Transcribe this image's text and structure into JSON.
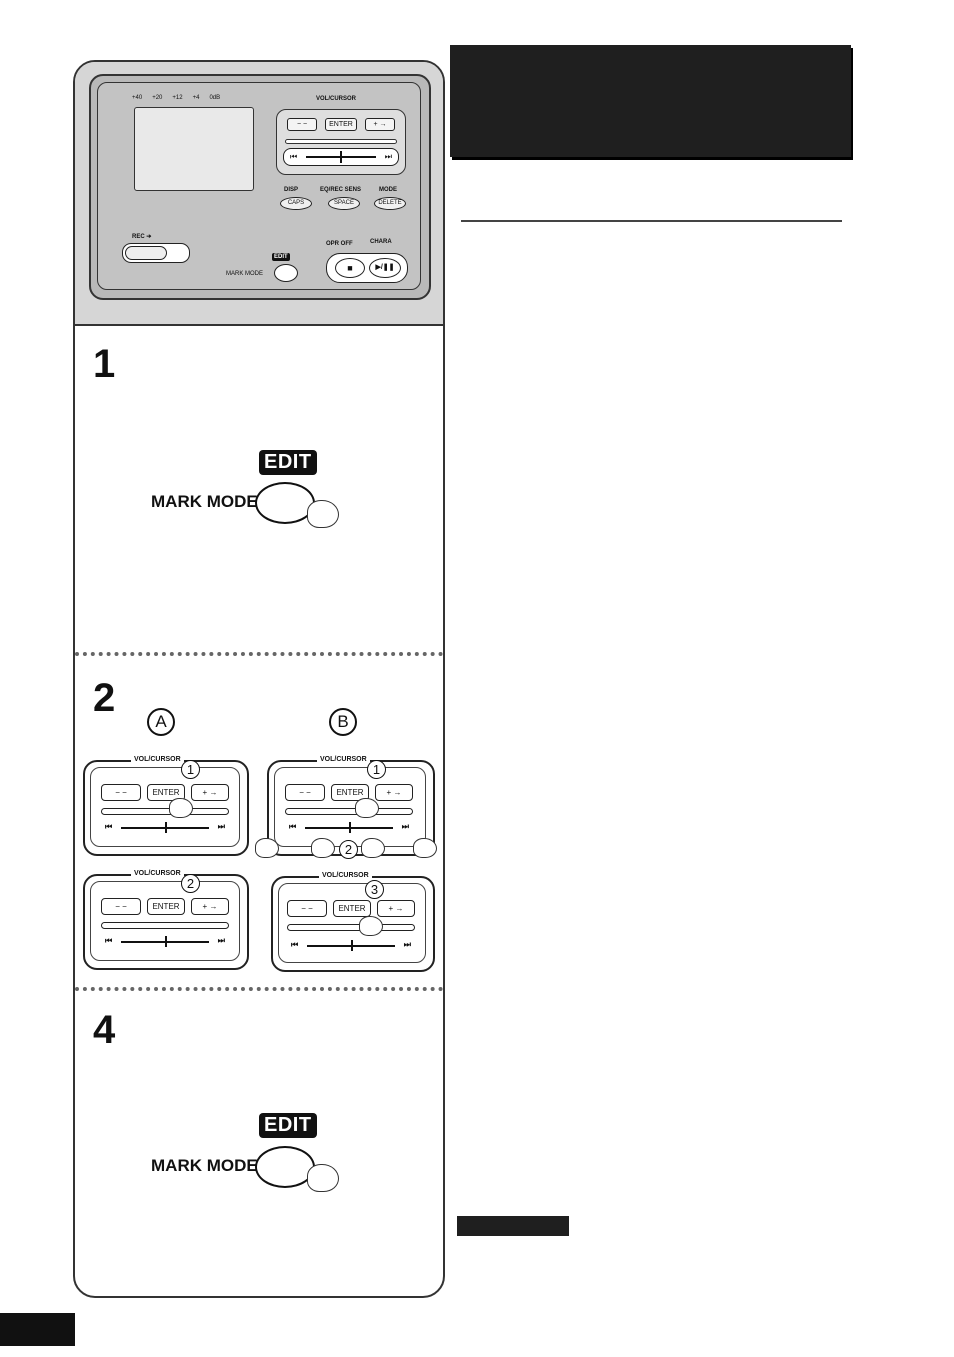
{
  "device": {
    "level_scale": [
      "+40",
      "+20",
      "+12",
      "+4",
      "0dB"
    ],
    "vol_cursor_label": "VOL/CURSOR",
    "minus_label": "− −",
    "enter_label": "ENTER",
    "plus_label": "+ →",
    "skip_back": "⏮",
    "skip_fwd": "⏭",
    "disp_label": "DISP",
    "eq_label": "EQ/REC SENS",
    "mode_label": "MODE",
    "caps_label": "CAPS",
    "space_label": "SPACE",
    "delete_label": "DELETE",
    "rec_label": "REC ➔",
    "edit_small": "EDIT",
    "mark_mode_small": "MARK MODE",
    "opr_off_label": "OPR OFF",
    "chara_label": "CHARA",
    "stop_symbol": "■",
    "play_symbol": "▶/❚❚"
  },
  "steps": {
    "step1_number": "1",
    "step2_number": "2",
    "step4_number": "4",
    "edit_label": "EDIT",
    "mark_mode_label": "MARK MODE",
    "option_a": "A",
    "option_b": "B",
    "vol_cursor_label": "VOL/CURSOR",
    "enter_label": "ENTER",
    "minus_label": "− −",
    "plus_label": "+ →",
    "num1": "1",
    "num2": "2",
    "num3": "3"
  }
}
